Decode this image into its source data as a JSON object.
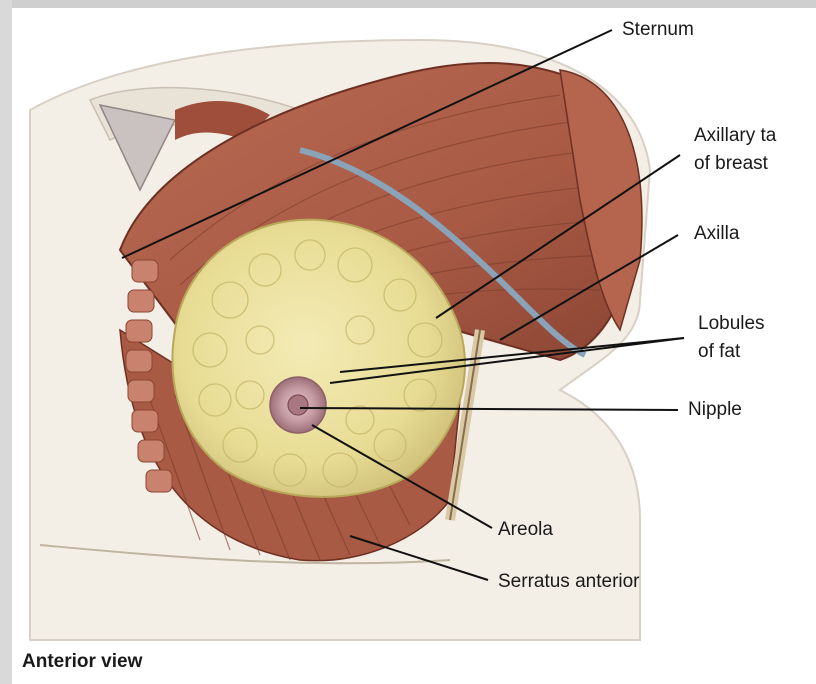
{
  "figure": {
    "caption": "Anterior view",
    "labels": {
      "sternum": "Sternum",
      "axillary_tail_line1": "Axillary ta",
      "axillary_tail_line2": "of breast",
      "axilla": "Axilla",
      "lobules_line1": "Lobules",
      "lobules_line2": "of fat",
      "nipple": "Nipple",
      "areola": "Areola",
      "serratus_anterior": "Serratus anterior"
    },
    "colors": {
      "background": "#ffffff",
      "border": "#c9c9c9",
      "skin": "#f1ebe2",
      "muscle": "#a85a45",
      "muscle_dark": "#7e3a2b",
      "fat": "#ece29a",
      "fat_dark": "#c7b86a",
      "areola": "#b98a92",
      "leader_line": "#111111"
    }
  }
}
